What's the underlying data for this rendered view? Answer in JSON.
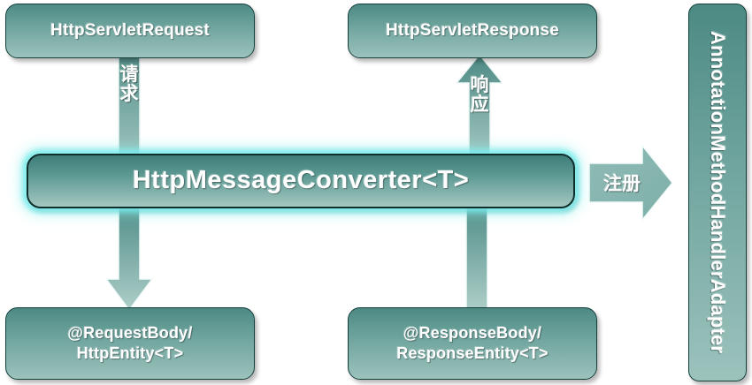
{
  "diagram": {
    "title": "HttpMessageConverter flow",
    "colors": {
      "node_fill_top": "#4d8a84",
      "node_fill_bottom": "#9cc2bc",
      "node_border": "#14403c",
      "glow": "#78ebeb",
      "arrow_fill_top": "#6fa49e",
      "arrow_fill_bottom": "#a8c9c4",
      "text": "#ffffff",
      "background": "#ffffff"
    },
    "nodes": {
      "http_servlet_request": "HttpServletRequest",
      "http_servlet_response": "HttpServletResponse",
      "http_message_converter": "HttpMessageConverter<T>",
      "request_body": "@RequestBody/\nHttpEntity<T>",
      "response_body": "@ResponseBody/\nResponseEntity<T>",
      "annotation_method_handler_adapter": "AnnotationMethodHandlerAdapter"
    },
    "edges": {
      "request_label": "请\n求",
      "response_label": "响\n应",
      "register_label": "注册"
    }
  }
}
